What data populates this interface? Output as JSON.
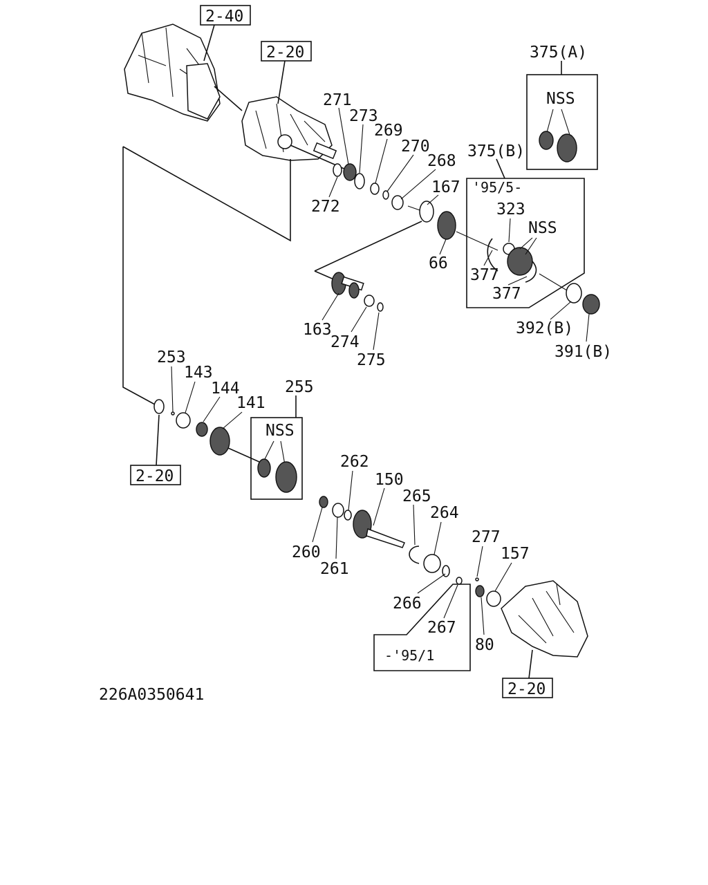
{
  "diagram": {
    "figure_code": "226A0350641",
    "references": {
      "ref_top": "2-40",
      "ref_upper_case": "2-20",
      "ref_left": "2-20",
      "ref_bottom": "2-20"
    },
    "groups": {
      "g375a_label": "375(A)",
      "g375a_nss": "NSS",
      "g375b_label": "375(B)",
      "g375b_range": "'95/5-",
      "g375b_nss": "NSS",
      "g255_label": "255",
      "g255_nss": "NSS",
      "g_early_range": "-'95/1"
    },
    "parts": {
      "p271": "271",
      "p273": "273",
      "p269": "269",
      "p270": "270",
      "p268": "268",
      "p272": "272",
      "p167": "167",
      "p66": "66",
      "p323": "323",
      "p377a": "377",
      "p377b": "377",
      "p392b": "392(B)",
      "p391b": "391(B)",
      "p163": "163",
      "p274": "274",
      "p275": "275",
      "p253": "253",
      "p143": "143",
      "p144": "144",
      "p141": "141",
      "p262": "262",
      "p150": "150",
      "p265": "265",
      "p264": "264",
      "p260": "260",
      "p261": "261",
      "p266": "266",
      "p267": "267",
      "p277": "277",
      "p157": "157",
      "p80": "80"
    }
  }
}
